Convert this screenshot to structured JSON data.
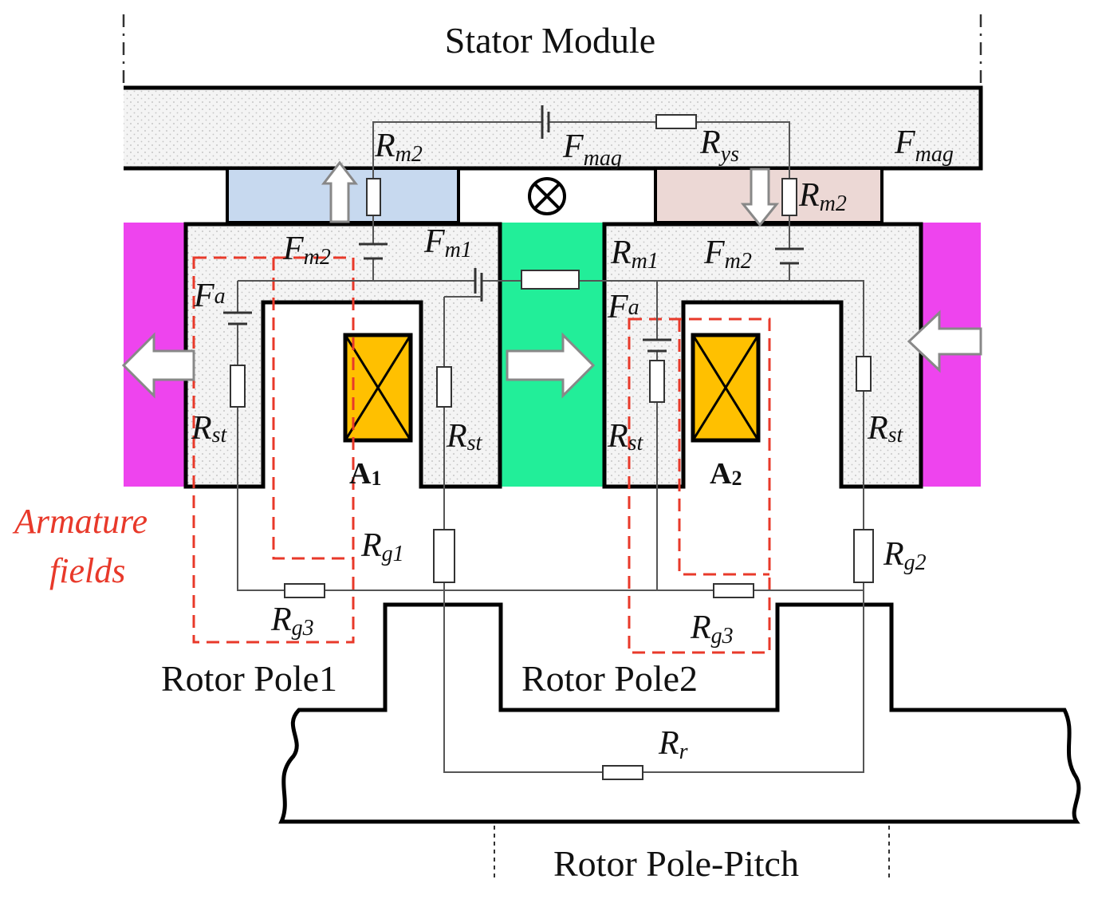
{
  "title": "Stator Module",
  "pole_pitch_label": "Rotor Pole-Pitch",
  "rotor_pole_1": "Rotor Pole1",
  "rotor_pole_2": "Rotor Pole2",
  "armature_fields": [
    "Armature",
    "fields"
  ],
  "coils": [
    {
      "main": "A",
      "sub": "1"
    },
    {
      "main": "A",
      "sub": "2"
    }
  ],
  "labels": {
    "fmag": {
      "main": "F",
      "sub": "mag"
    },
    "rys": {
      "main": "R",
      "sub": "ys"
    },
    "rm2": {
      "main": "R",
      "sub": "m2"
    },
    "rm1": {
      "main": "R",
      "sub": "m1"
    },
    "fm2": {
      "main": "F",
      "sub": "m2"
    },
    "fm1": {
      "main": "F",
      "sub": "m1"
    },
    "fa": {
      "main": "F",
      "sub": "a"
    },
    "rst": {
      "main": "R",
      "sub": "st"
    },
    "rg1": {
      "main": "R",
      "sub": "g1"
    },
    "rg2": {
      "main": "R",
      "sub": "g2"
    },
    "rg3": {
      "main": "R",
      "sub": "g3"
    },
    "rr": {
      "main": "R",
      "sub": "r"
    }
  },
  "colors": {
    "magnet_blue": "#c7d9ef",
    "magnet_pink": "#ecd8d5",
    "side_magenta": "#ee44ee",
    "center_green": "#22ee99",
    "coil_orange": "#ffc000",
    "armature_red": "#e8392a",
    "stator_fill": "#f2f2f2"
  }
}
